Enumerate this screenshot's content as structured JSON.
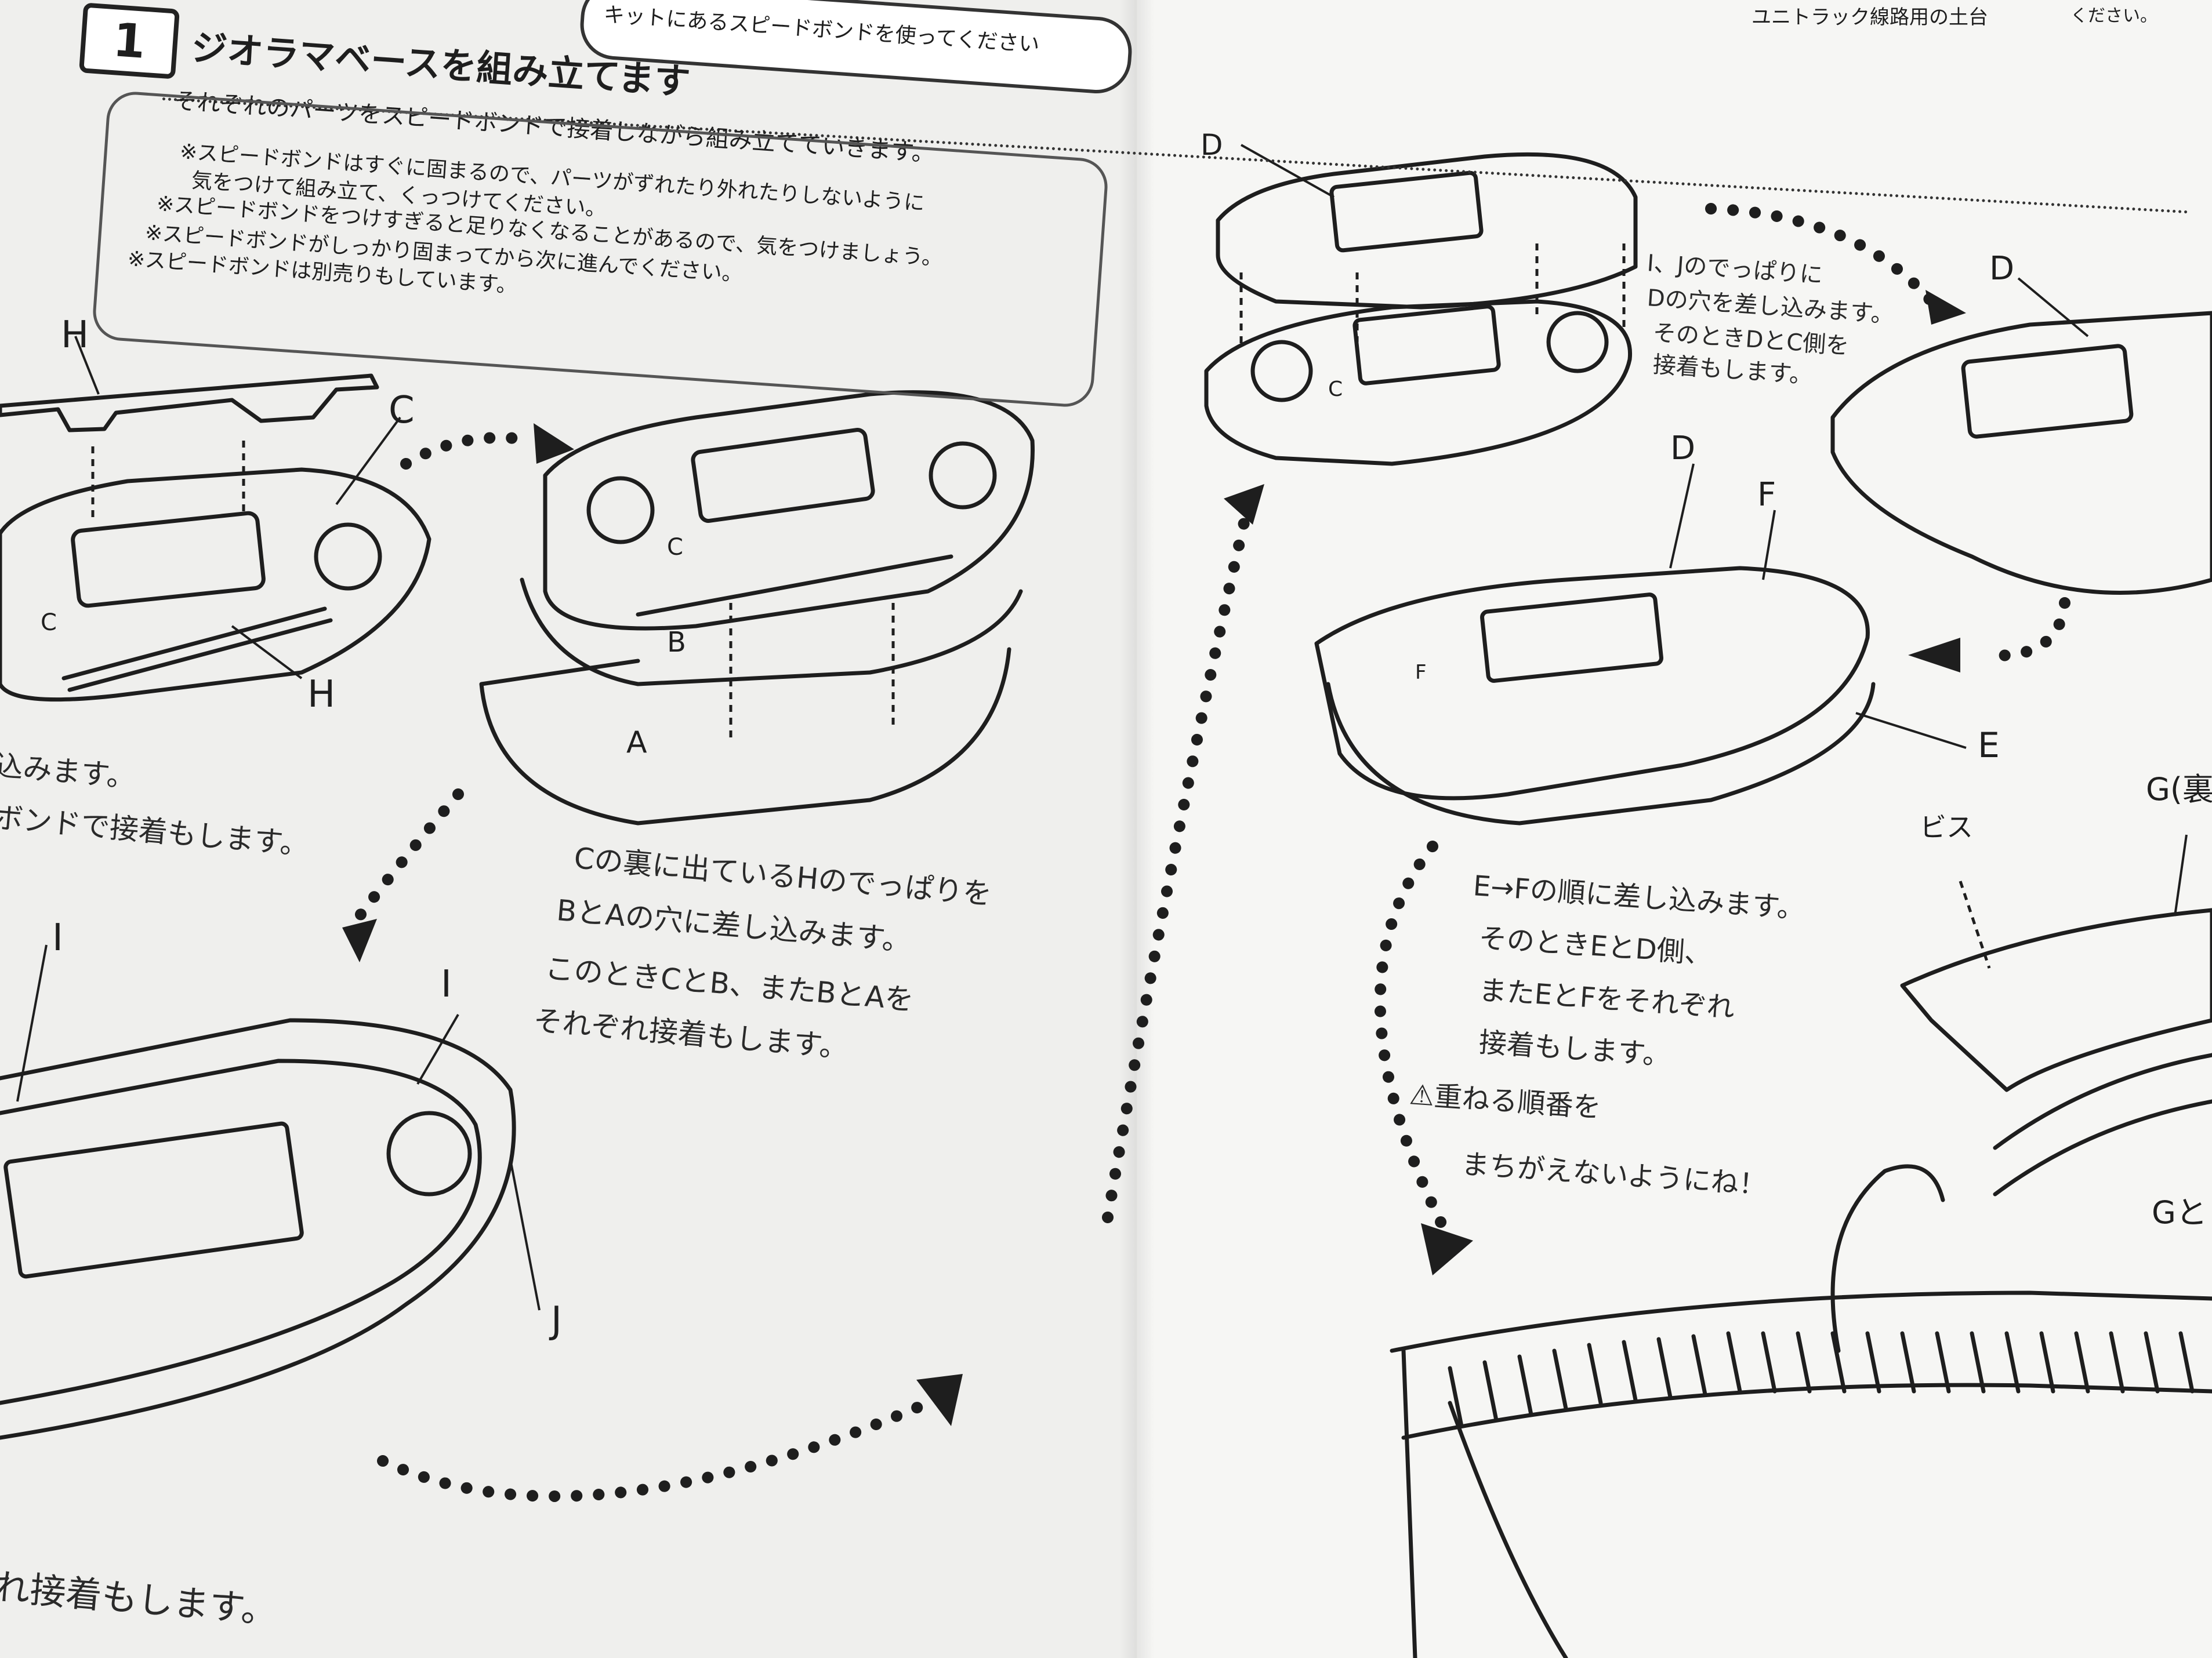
{
  "left": {
    "step_number": "1",
    "title": "ジオラマベースを組み立てます",
    "banner_text": "キットにあるスピードボンドを使ってください",
    "subtitle": "それぞれのパーツをスピードボンドで接着しながら組み立てていきます。",
    "notes": [
      "※スピードボンドはすぐに固まるので、パーツがずれたり外れたりしないように",
      "気をつけて組み立て、くっつけてください。",
      "※スピードボンドをつけすぎると足りなくなることがあるので、気をつけましょう。",
      "※スピードボンドがしっかり固まってから次に進んでください。",
      "※スピードボンドは別売りもしています。"
    ],
    "part_labels": {
      "H_top": "H",
      "C": "C",
      "H_bottom": "H",
      "C_inner": "C",
      "C2": "C",
      "B": "B",
      "A": "A",
      "I_left": "I",
      "I_right": "I",
      "J": "J"
    },
    "partial_text": [
      "込みます。",
      "ボンドで接着もします。",
      "れ接着もします。"
    ],
    "instruction": [
      "Cの裏に出ているHのでっぱりを",
      "BとAの穴に差し込みます。",
      "このときCとB、またBとAを",
      "それぞれ接着もします。"
    ]
  },
  "right": {
    "header_fragment": "ユニトラック線路用の土台",
    "header_fragment_2": "ください。",
    "part_labels": {
      "D1": "D",
      "C": "C",
      "D2": "D",
      "D3": "D",
      "F": "F",
      "F_inner": "F",
      "E": "E",
      "screw": "ビス",
      "G": "G(裏",
      "G2": "Gと"
    },
    "instruction_1": [
      "I、Jのでっぱりに",
      "Dの穴を差し込みます。",
      "そのときDとC側を",
      "接着もします。"
    ],
    "instruction_2": [
      "E→Fの順に差し込みます。",
      "そのときEとD側、",
      "またEとFをそれぞれ",
      "接着もします。",
      "⚠重ねる順番を",
      "まちがえないようにね！"
    ]
  },
  "colors": {
    "ink": "#1e1e1e",
    "paper_left": "#efefed",
    "paper_right": "#f6f6f4"
  }
}
